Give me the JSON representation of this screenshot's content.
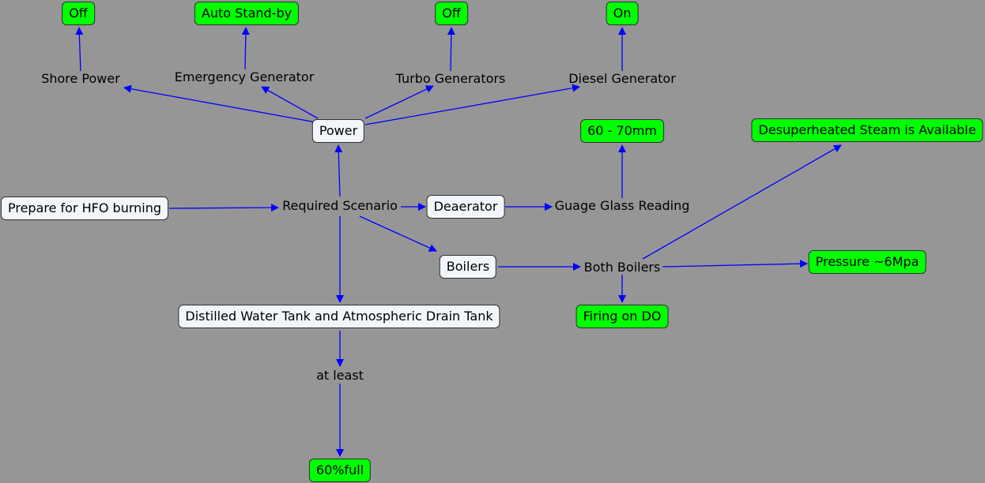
{
  "colors": {
    "background": "#969696",
    "box_fill": "#f2f6fa",
    "value_fill": "#00ff00",
    "arrow": "#0000ff"
  },
  "nodes": {
    "prepare": "Prepare for HFO burning",
    "required_scenario": "Required Scenario",
    "power": "Power",
    "shore_power": "Shore Power",
    "emergency_generator": "Emergency Generator",
    "turbo_generators": "Turbo Generators",
    "diesel_generator": "Diesel Generator",
    "shore_off": "Off",
    "emergency_standby": "Auto Stand-by",
    "turbo_off": "Off",
    "diesel_on": "On",
    "deaerator": "Deaerator",
    "gauge_glass": "Guage Glass Reading",
    "gauge_value": "60 - 70mm",
    "boilers": "Boilers",
    "both_boilers": "Both Boilers",
    "desuperheated": "Desuperheated Steam is Available",
    "pressure": "Pressure ~6Mpa",
    "firing_do": "Firing on DO",
    "tanks": "Distilled Water Tank and Atmospheric Drain Tank",
    "at_least": "at least",
    "full_60": "60%full"
  }
}
